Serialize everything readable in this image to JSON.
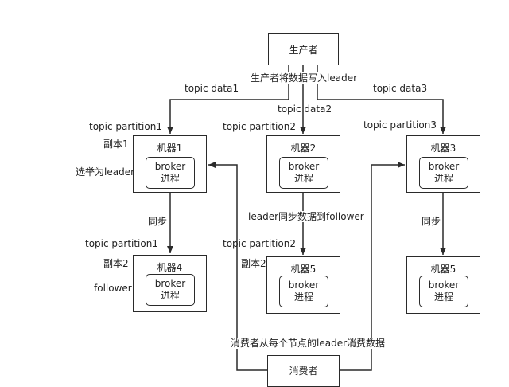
{
  "producer": "生产者",
  "producer_write": "生产者将数据写入leader",
  "topic_data": [
    "topic data1",
    "topic data2",
    "topic data3"
  ],
  "topic_partition": [
    "topic partition1",
    "topic partition2",
    "topic partition3"
  ],
  "replica1": "副本1",
  "elected_leader": "选举为leader",
  "machines": {
    "m1": "机器1",
    "m2": "机器2",
    "m3": "机器3",
    "m4": "机器4",
    "m5a": "机器5",
    "m5b": "机器5"
  },
  "broker_word": "broker",
  "process_word": "进程",
  "sync": "同步",
  "leader_sync_follower": "leader同步数据到follower",
  "replica2": "副本2",
  "follower": "follower",
  "consumer_read": "消费者从每个节点的leader消费数据",
  "consumer": "消费者"
}
